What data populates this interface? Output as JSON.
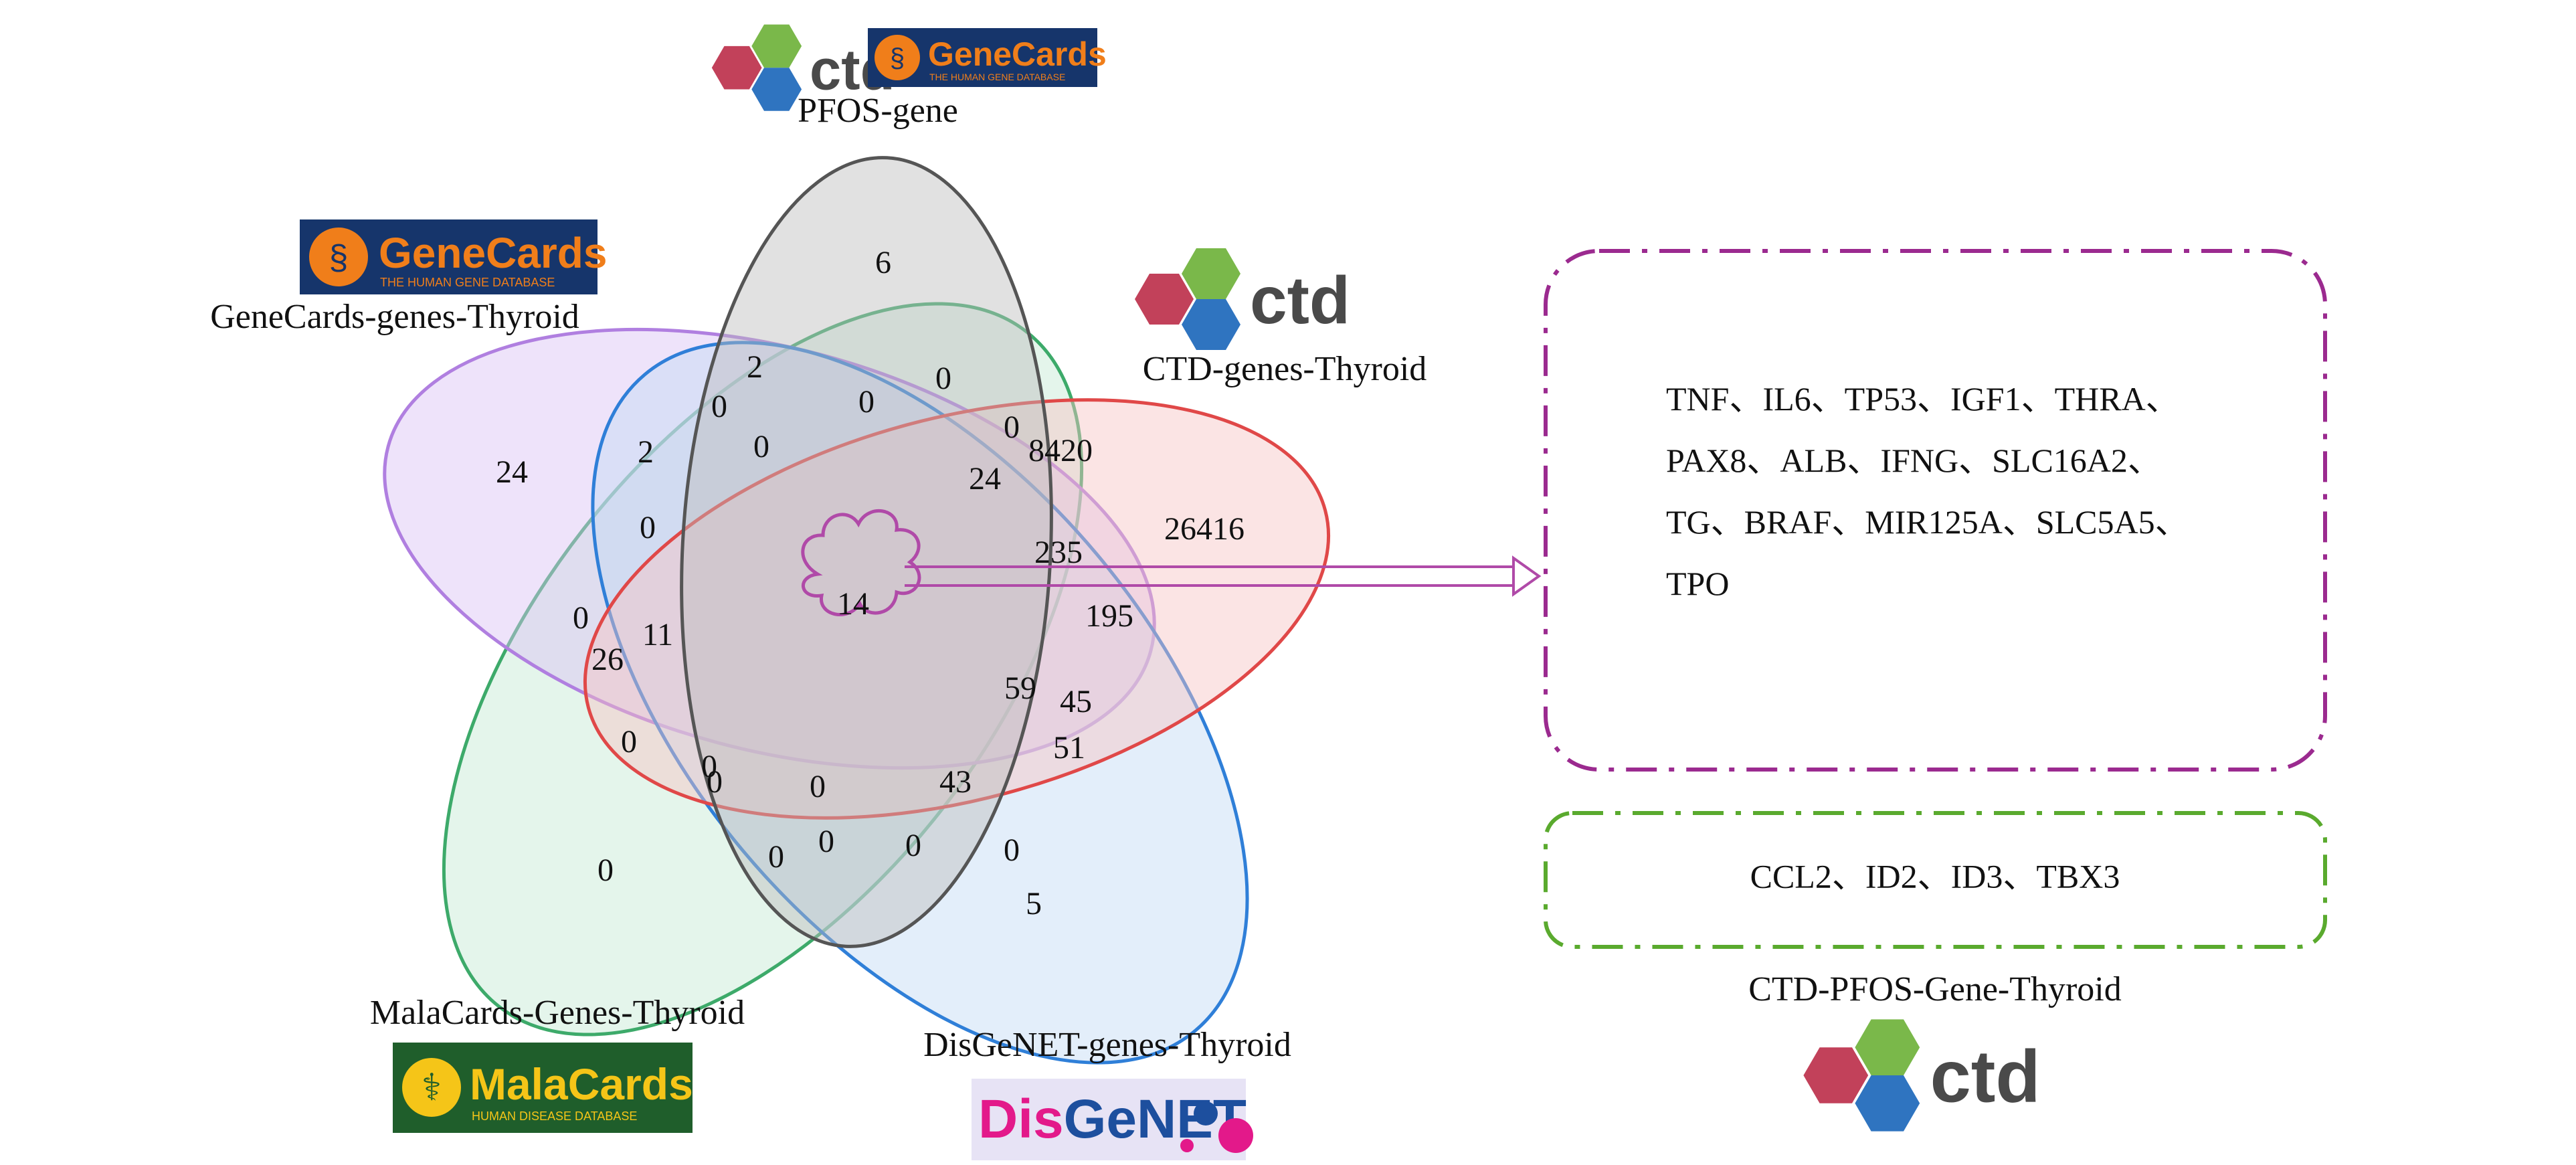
{
  "sets": [
    {
      "id": "pfos",
      "label": "PFOS-gene",
      "color": "#555555",
      "fill": "#bdbdbd"
    },
    {
      "id": "genecards",
      "label": "GeneCards-genes-Thyroid",
      "color": "#b07fe0",
      "fill": "#d9c2f3"
    },
    {
      "id": "ctd",
      "label": "CTD-genes-Thyroid",
      "color": "#e04848",
      "fill": "#f7c4c4"
    },
    {
      "id": "malacards",
      "label": "MalaCards-Genes-Thyroid",
      "color": "#3daa6a",
      "fill": "#c3e9d2"
    },
    {
      "id": "disgenet",
      "label": "DisGeNET-genes-Thyroid",
      "color": "#2f7fd8",
      "fill": "#c2d9f5"
    }
  ],
  "region_counts": [
    "6",
    "24",
    "26416",
    "0",
    "5",
    "2",
    "0",
    "0",
    "0",
    "0",
    "8420",
    "2",
    "0",
    "0",
    "24",
    "0",
    "235",
    "0",
    "14",
    "195",
    "0",
    "11",
    "26",
    "59",
    "45",
    "51",
    "0",
    "0",
    "0",
    "43",
    "0",
    "0",
    "0"
  ],
  "core_count": "14",
  "core_genes_lines": [
    "TNF、IL6、TP53、IGF1、THRA、",
    "PAX8、ALB、IFNG、SLC16A2、",
    "TG、BRAF、MIR125A、SLC5A5、",
    "TPO"
  ],
  "secondary_genes": "CCL2、ID2、ID3、TBX3",
  "secondary_label": "CTD-PFOS-Gene-Thyroid",
  "logos": {
    "ctd": "ctd",
    "genecards": "GeneCards",
    "genecards_sub": "THE HUMAN GENE DATABASE",
    "malacards": "MalaCards",
    "malacards_sub": "HUMAN DISEASE DATABASE",
    "disgenet": "DisGeNET"
  },
  "colors": {
    "core_box": "#9b2a8f",
    "secondary_box": "#5aaa2e",
    "arrow": "#b04aa8",
    "cloud": "#b04aa8",
    "genecards_bg": "#16356b",
    "genecards_orange": "#f07e1a",
    "malacards_bg": "#1f5e2b",
    "malacards_text": "#f5c518",
    "ctd_red": "#c2415a",
    "ctd_green": "#7ab84a",
    "ctd_blue": "#2f74c0",
    "disgenet_pink": "#e3198a",
    "disgenet_blue": "#1d4f9e",
    "disgenet_bg": "#e7e3f5"
  }
}
